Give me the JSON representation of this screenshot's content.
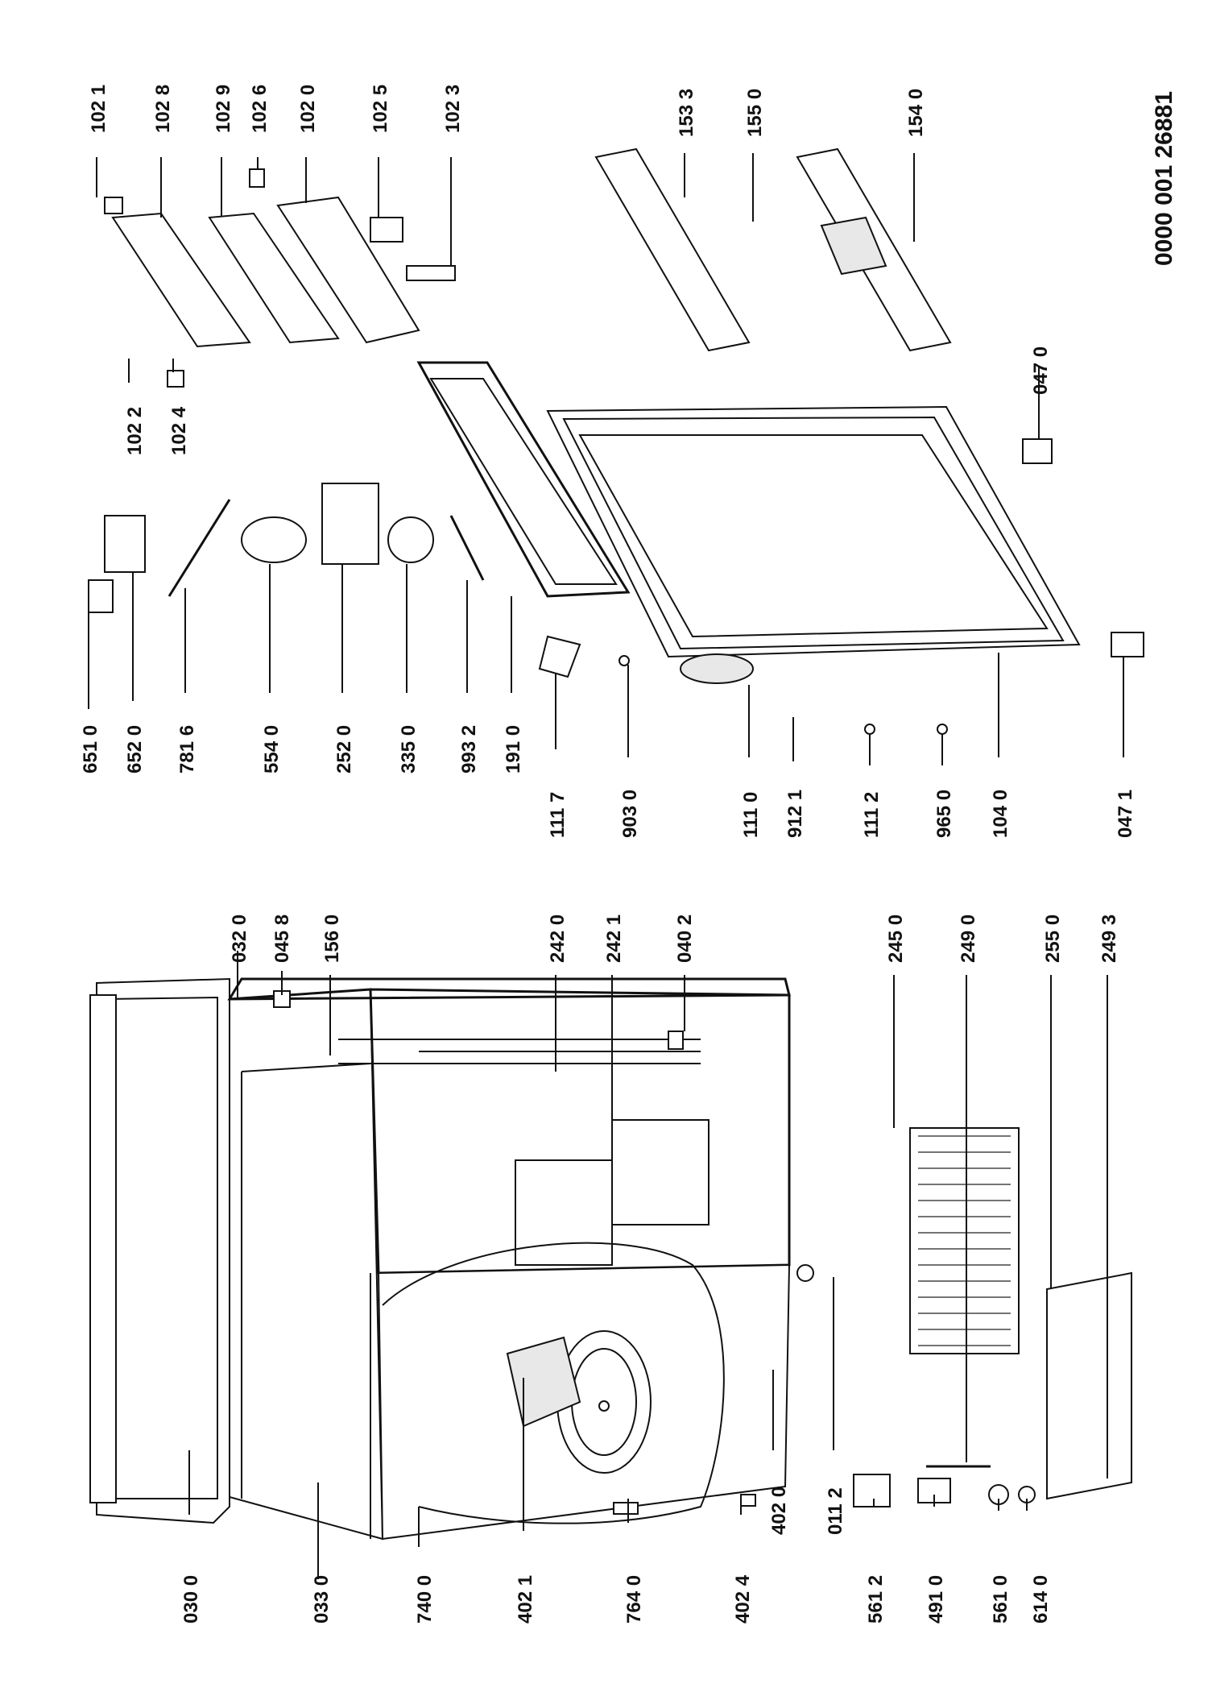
{
  "document_number": "0000 001 26881",
  "parts": [
    "030 0",
    "033 0",
    "740 0",
    "402 1",
    "764 0",
    "402 4",
    "561 2",
    "491 0",
    "561 0",
    "614 0",
    "032 0",
    "045 8",
    "156 0",
    "242 0",
    "242 1",
    "040 2",
    "245 0",
    "249 0",
    "255 0",
    "249 3",
    "402 0",
    "011 2",
    "651 0",
    "652 0",
    "781 6",
    "554 0",
    "252 0",
    "335 0",
    "993 2",
    "191 0",
    "111 7",
    "903 0",
    "111 0",
    "912 1",
    "111 2",
    "965 0",
    "104 0",
    "047 1",
    "102 1",
    "102 8",
    "102 9",
    "102 6",
    "102 0",
    "102 5",
    "102 3",
    "102 2",
    "102 4",
    "153 3",
    "155 0",
    "154 0",
    "047 0"
  ]
}
